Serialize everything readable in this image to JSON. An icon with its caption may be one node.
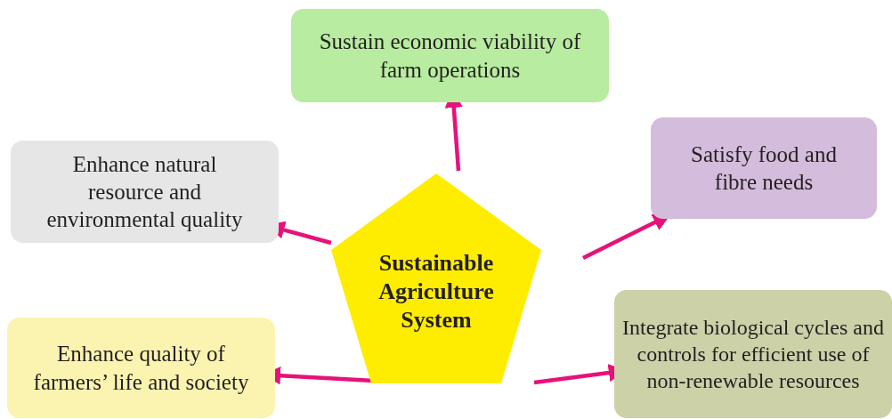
{
  "diagram": {
    "nodes": [
      {
        "text": [
          "Sustainable Agriculture System"
        ]
      },
      {
        "text": [
          "Sustain economic viability of farm operations"
        ]
      },
      {
        "text": [
          "Satisfy food and fibre needs"
        ]
      },
      {
        "text": [
          "Enhance natural resource and environmental quality"
        ]
      },
      {
        "text": [
          "Enhance quality of farmers’ life and society"
        ]
      },
      {
        "text": [
          "Integrate biological cycles and controls for efficient use of non-renewable resources"
        ]
      }
    ],
    "edges": [
      {
        "from": 0,
        "to": 1,
        "arrow": "to"
      },
      {
        "from": 0,
        "to": 2,
        "arrow": "to"
      },
      {
        "from": 0,
        "to": 3,
        "arrow": "to"
      },
      {
        "from": 0,
        "to": 4,
        "arrow": "to"
      },
      {
        "from": 0,
        "to": 5,
        "arrow": "to"
      }
    ]
  }
}
